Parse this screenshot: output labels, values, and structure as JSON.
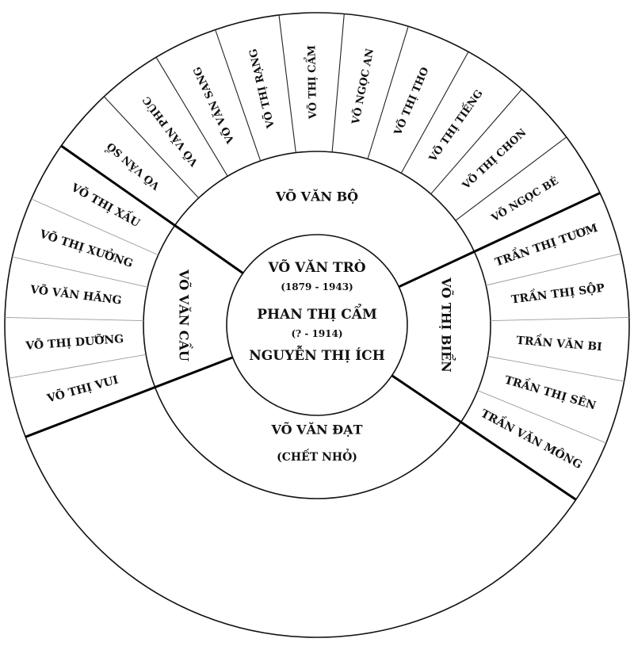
{
  "center": {
    "lines": [
      "VÕ VĂN TRÒ",
      "(1879 - 1943)",
      "PHAN THỊ CẨM",
      "(? - 1914)",
      "NGUYỄN THỊ ÍCH"
    ]
  },
  "children": [
    {
      "id": "bo",
      "label": "VÕ VĂN BỘ"
    },
    {
      "id": "bien",
      "label": "VÕ THỊ BIỂN"
    },
    {
      "id": "dat",
      "label": "VÕ VĂN ĐẠT",
      "note": "(CHẾT NHỎ)"
    },
    {
      "id": "cau",
      "label": "VÕ VĂN CẦU"
    }
  ],
  "grandchildren": {
    "bo": [
      "VÕ VĂN SỔ",
      "VÕ VĂN PHÚC",
      "VÕ VĂN SANG",
      "VÕ THỊ RẠNG",
      "VÕ THỊ CẨM",
      "VÕ NGỌC AN",
      "VÕ THỊ THO",
      "VÕ THỊ TIẾNG",
      "VÕ THỊ CHON",
      "VÕ NGỌC BÉ"
    ],
    "bien": [
      "TRẦN THỊ TƯƠM",
      "TRẦN THỊ SỘP",
      "TRẦN VĂN BI",
      "TRẦN THỊ SÊN",
      "TRẦN VĂN MÔNG"
    ],
    "cau": [
      "VÕ THỊ VUI",
      "VÕ THỊ DƯỠNG",
      "VÕ VĂN HÃNG",
      "VÕ THỊ XƯỞNG",
      "VÕ THỊ XẤU"
    ]
  }
}
